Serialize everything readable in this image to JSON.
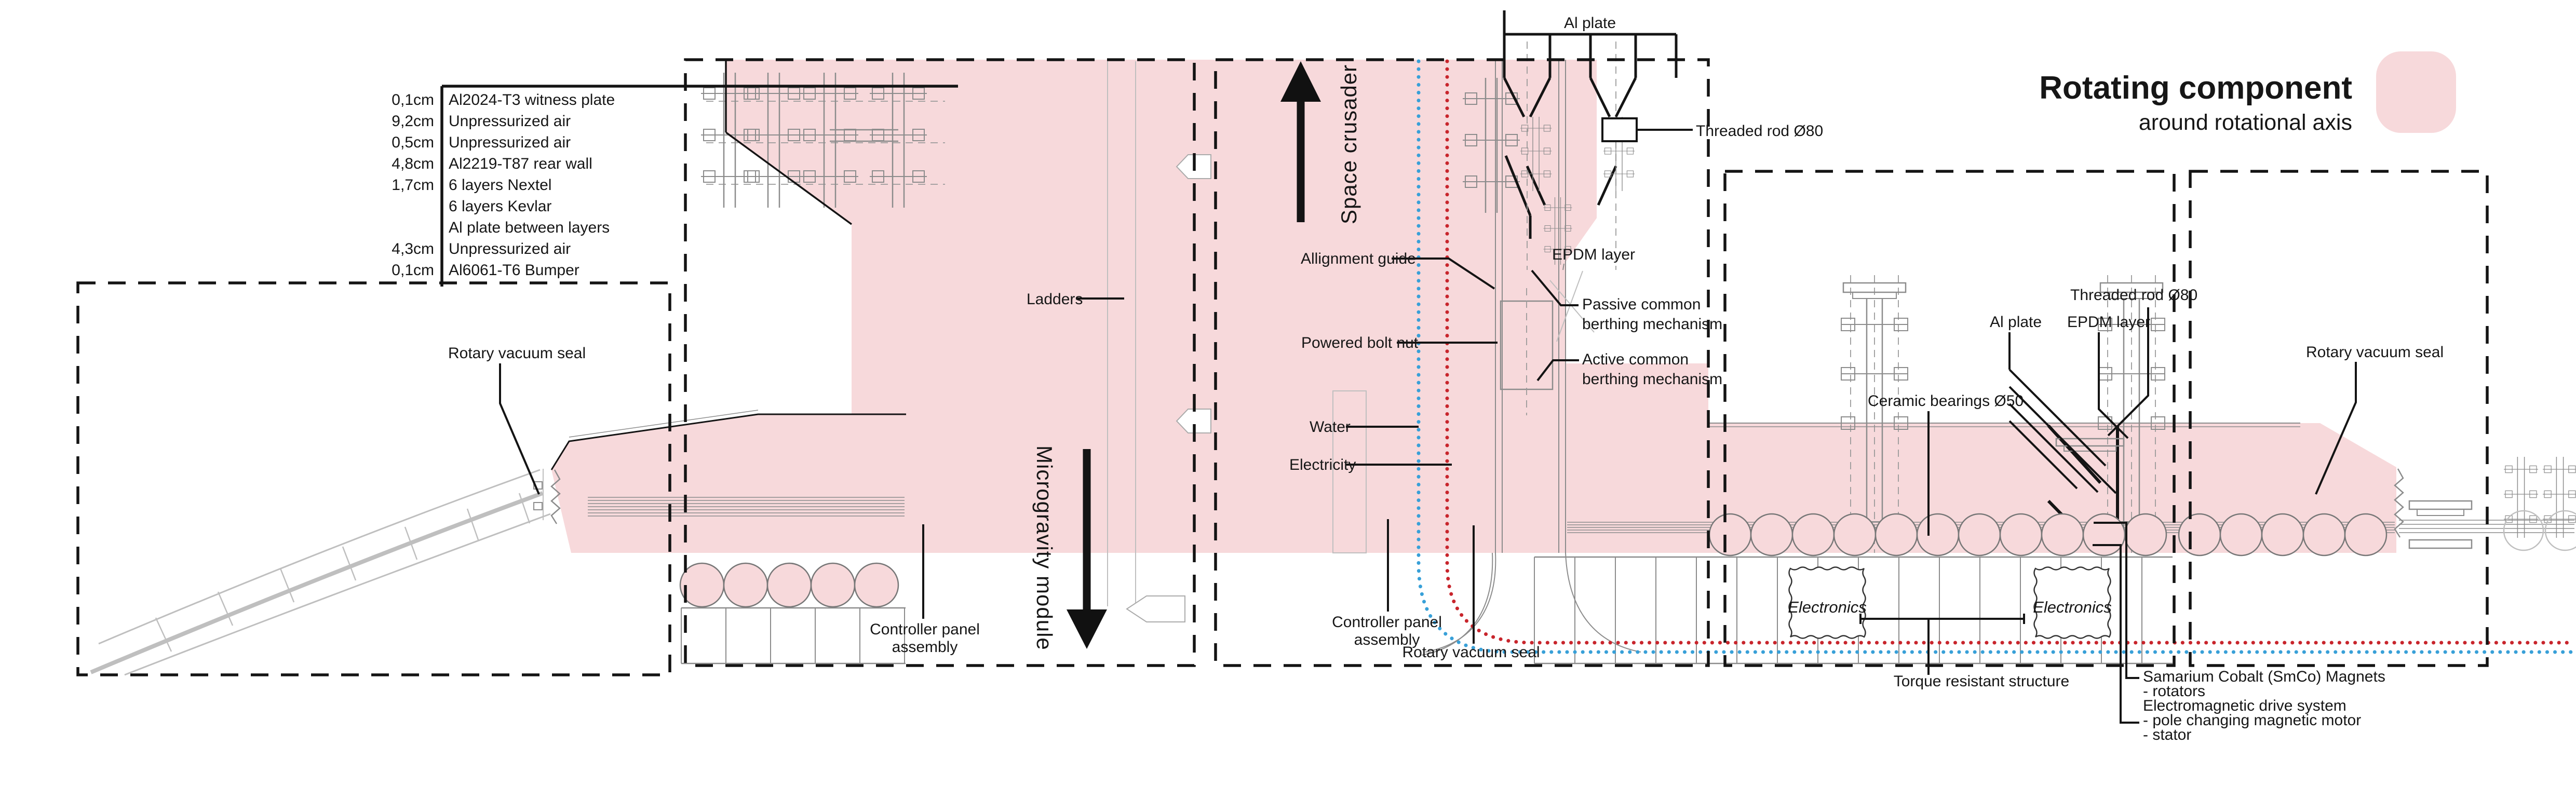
{
  "legend": {
    "title": "Rotating component",
    "subtitle": "around rotational axis"
  },
  "materials": {
    "rows": [
      {
        "size": "0,1cm",
        "name": "Al2024-T3 witness plate"
      },
      {
        "size": "9,2cm",
        "name": "Unpressurized air"
      },
      {
        "size": "0,5cm",
        "name": "Unpressurized air"
      },
      {
        "size": "4,8cm",
        "name": "Al2219-T87 rear wall"
      },
      {
        "size": "1,7cm",
        "name": "6 layers Nextel"
      },
      {
        "size": "",
        "name": "6 layers Kevlar"
      },
      {
        "size": "",
        "name": "Al plate between layers"
      },
      {
        "size": "4,3cm",
        "name": "Unpressurized air"
      },
      {
        "size": "0,1cm",
        "name": "Al6061-T6 Bumper"
      }
    ]
  },
  "flow_arrows": {
    "up": "Space crusader",
    "down": "Microgravity module"
  },
  "callouts": {
    "rotary_vacuum_seal_left": "Rotary vacuum seal",
    "ladders": "Ladders",
    "controller_panel_line1": "Controller panel",
    "controller_panel_line2": "assembly",
    "allignment_guide": "Allignment guide",
    "powered_bolt_nut": "Powered bolt nut",
    "water": "Water",
    "electricity": "Electricity",
    "al_plate": "Al plate",
    "threaded_rod": "Threaded rod Ø80",
    "epdm_layer": "EPDM layer",
    "passive_line1": "Passive common",
    "passive_line2": "berthing mechanism",
    "active_line1": "Active common",
    "active_line2": "berthing mechanism",
    "rotary_vacuum_seal_mid": "Rotary vacuum seal",
    "ceramic_bearings": "Ceramic bearings Ø50",
    "al_plate_right": "Al plate",
    "threaded_rod_right": "Threaded rod Ø80",
    "epdm_layer_right": "EPDM layer",
    "rotary_vacuum_seal_right": "Rotary vacuum seal",
    "electronics": "Electronics",
    "torque_structure": "Torque resistant structure",
    "smco_line1": "Samarium Cobalt (SmCo) Magnets",
    "smco_line2": "- rotators",
    "smco_line3": "Electromagnetic drive system",
    "smco_line4": "- pole changing magnetic motor",
    "smco_line5": "- stator"
  },
  "colors": {
    "rotating_pink": "#F7D9DB",
    "electricity_red": "#C8252C",
    "water_blue": "#38A0D8"
  }
}
